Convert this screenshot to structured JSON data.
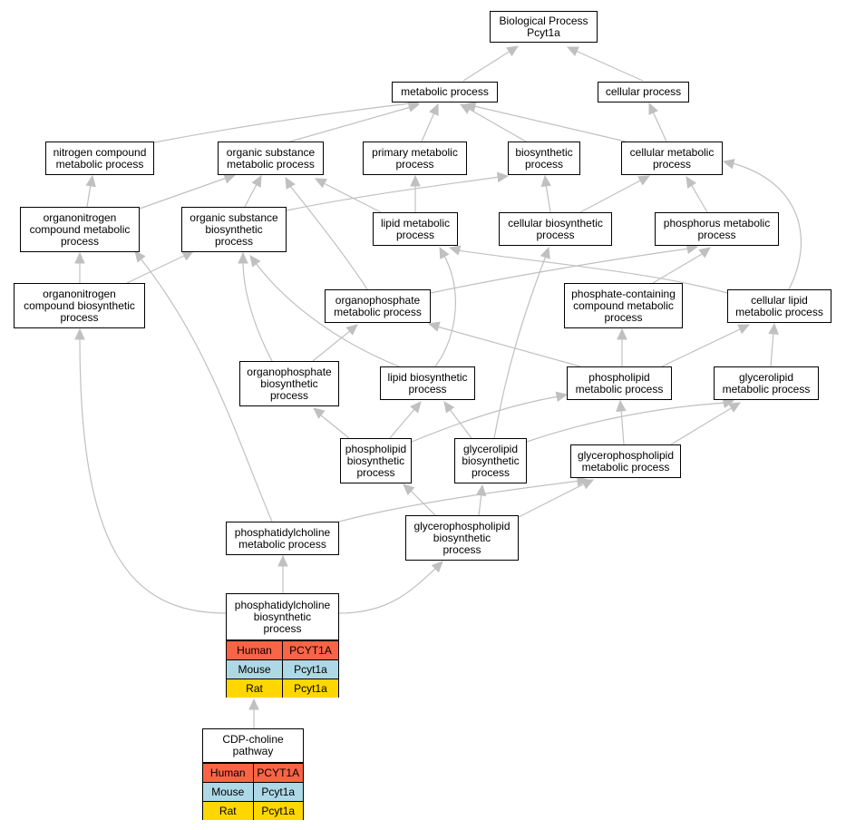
{
  "colors": {
    "edge": "#c0c0c0",
    "human": "#fa6446",
    "mouse": "#add8e6",
    "rat": "#ffd700"
  },
  "nodes": {
    "bp": "Biological Process\nPcyt1a",
    "metabolic": "metabolic process",
    "cellular": "cellular process",
    "nitrogen": "nitrogen compound\nmetabolic process",
    "orgsub_met": "organic substance\nmetabolic process",
    "primary": "primary metabolic\nprocess",
    "biosynthetic": "biosynthetic\nprocess",
    "cell_met": "cellular metabolic\nprocess",
    "orgN_met": "organonitrogen\ncompound metabolic\nprocess",
    "orgsub_bio": "organic substance\nbiosynthetic\nprocess",
    "lipid_met": "lipid metabolic\nprocess",
    "cell_bio": "cellular biosynthetic\nprocess",
    "phos_met": "phosphorus metabolic\nprocess",
    "orgN_bio": "organonitrogen\ncompound biosynthetic\nprocess",
    "orgP_met": "organophosphate\nmetabolic process",
    "phosC_met": "phosphate-containing\ncompound metabolic\nprocess",
    "cell_lipid": "cellular lipid\nmetabolic process",
    "orgP_bio": "organophosphate\nbiosynthetic\nprocess",
    "lipid_bio": "lipid biosynthetic\nprocess",
    "pl_met": "phospholipid\nmetabolic process",
    "gl_met": "glycerolipid\nmetabolic process",
    "pl_bio": "phospholipid\nbiosynthetic\nprocess",
    "gl_bio": "glycerolipid\nbiosynthetic\nprocess",
    "gpl_met": "glycerophospholipid\nmetabolic process",
    "pc_met": "phosphatidylcholine\nmetabolic process",
    "gpl_bio": "glycerophospholipid\nbiosynthetic\nprocess"
  },
  "tables": {
    "pc_bio": {
      "title": "phosphatidylcholine\nbiosynthetic\nprocess",
      "rows": [
        {
          "species": "Human",
          "gene": "PCYT1A"
        },
        {
          "species": "Mouse",
          "gene": "Pcyt1a"
        },
        {
          "species": "Rat",
          "gene": "Pcyt1a"
        }
      ]
    },
    "cdp": {
      "title": "CDP-choline\npathway",
      "rows": [
        {
          "species": "Human",
          "gene": "PCYT1A"
        },
        {
          "species": "Mouse",
          "gene": "Pcyt1a"
        },
        {
          "species": "Rat",
          "gene": "Pcyt1a"
        }
      ]
    }
  }
}
